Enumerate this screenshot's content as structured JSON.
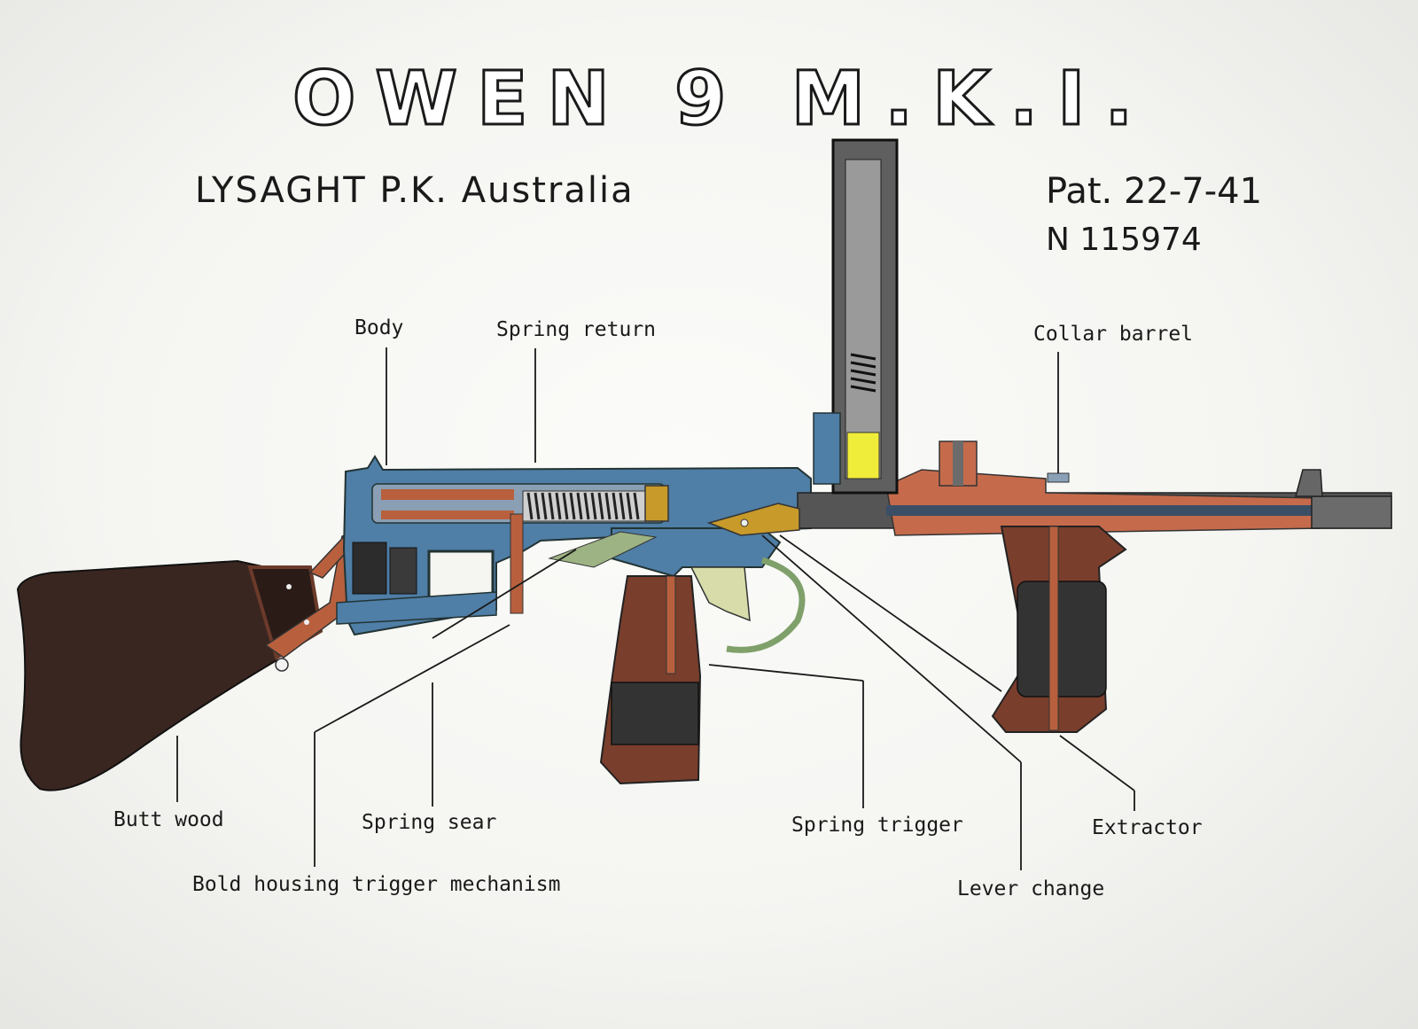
{
  "header": {
    "title": "OWEN 9 M.K.I.",
    "maker": "LYSAGHT P.K. Australia",
    "patent": "Pat. 22-7-41",
    "patent_number": "N 115974"
  },
  "labels": {
    "body": "Body",
    "spring_return": "Spring return",
    "collar_barrel": "Collar barrel",
    "butt_wood": "Butt wood",
    "spring_sear": "Spring sear",
    "bold_housing": "Bold housing trigger mechanism",
    "spring_trigger": "Spring trigger",
    "lever_change": "Lever change",
    "extractor": "Extractor"
  },
  "colors": {
    "paper": "#f5f5f2",
    "ink": "#1a1a1a",
    "steel_blue": "#4f7ea6",
    "rust": "#b8603e",
    "wood": "#3a2620",
    "grip_brown": "#7a3e2c",
    "brass": "#c89a2a",
    "trigger_green": "#9db384",
    "magazine_grey": "#666666",
    "cartridge_yellow": "#f0ec3a"
  }
}
